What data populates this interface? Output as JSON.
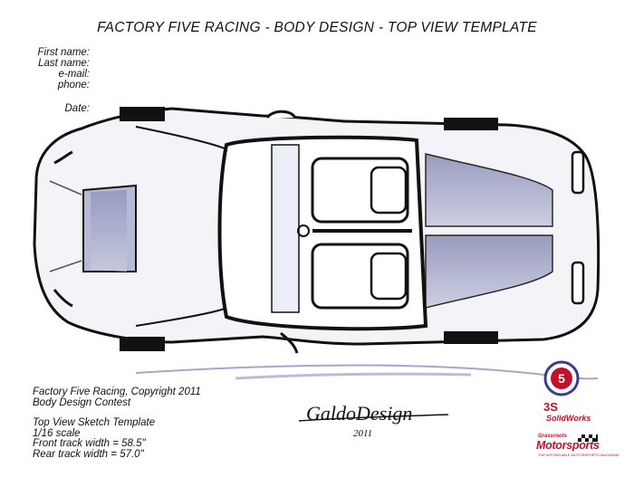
{
  "title": "FACTORY FIVE RACING - BODY DESIGN - TOP VIEW TEMPLATE",
  "form": {
    "first_name": "First name:",
    "last_name": "Last name:",
    "email": "e-mail:",
    "phone": "phone:",
    "date": "Date:"
  },
  "credits": {
    "line1": "Factory Five Racing, Copyright 2011",
    "line2": "Body Design Contest",
    "line3": "Top View Sketch Template",
    "line4": "1/16 scale",
    "line5": "Front track width = 58.5\"",
    "line6": "Rear track width = 57.0\""
  },
  "signature": {
    "name": "GaldoDesign",
    "year": "2011"
  },
  "logos": {
    "solidworks": "SolidWorks",
    "grassroots_top": "Grassroots",
    "grassroots_main": "Motorsports",
    "grassroots_sub": "THE AFFORDABLE MOTORSPORTS MAGAZINE"
  },
  "colors": {
    "ink": "#111111",
    "marker_blue": "#7b80a8",
    "brand_red": "#c0122a"
  }
}
